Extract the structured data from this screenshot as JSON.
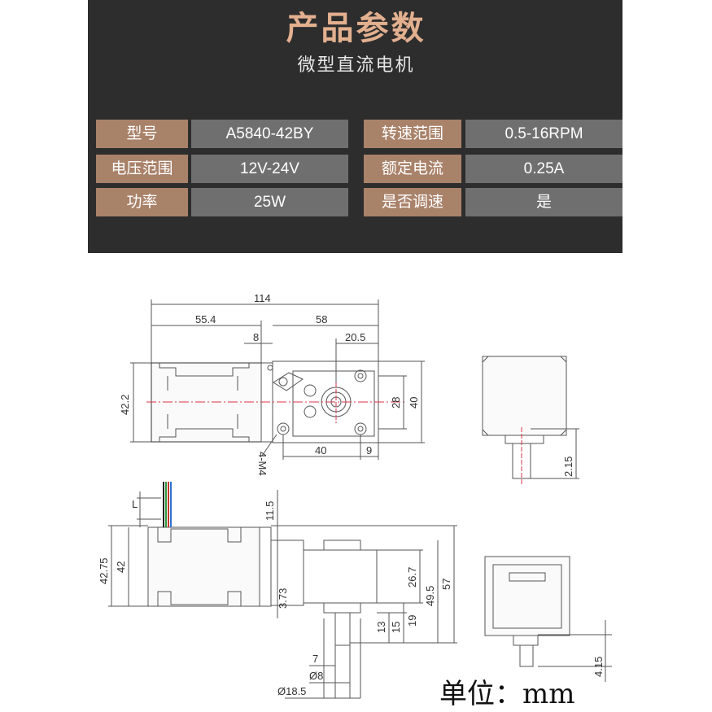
{
  "header": {
    "title": "产品参数",
    "subtitle": "微型直流电机"
  },
  "specs": [
    {
      "label": "型号",
      "value": "A5840-42BY"
    },
    {
      "label": "转速范围",
      "value": "0.5-16RPM"
    },
    {
      "label": "电压范围",
      "value": "12V-24V"
    },
    {
      "label": "额定电流",
      "value": "0.25A"
    },
    {
      "label": "功率",
      "value": "25W"
    },
    {
      "label": "是否调速",
      "value": "是"
    }
  ],
  "drawing": {
    "top_view": {
      "dim_total": "114",
      "dim_motor": "55.4",
      "dim_gearbox": "58",
      "dim_flange": "8",
      "dim_shaft_offset": "20.5",
      "dim_height": "42.2",
      "dim_hole_v": "28",
      "dim_box_v": "40",
      "dim_hole_h": "40",
      "dim_edge": "9",
      "thread_note": "4-M4"
    },
    "end_view_top": {
      "dim_shaft": "2.15"
    },
    "front_view": {
      "lead_label": "L",
      "dim_top_gap": "11.5",
      "dim_4275": "42.75",
      "dim_42": "42",
      "dim_373": "3.73",
      "dim_267": "26.7",
      "dim_495": "49.5",
      "dim_57": "57",
      "dim_13": "13",
      "dim_15": "15",
      "dim_19": "19",
      "dim_7": "7",
      "dim_d8": "Ø8",
      "dim_d185": "Ø18.5"
    },
    "end_view_bottom": {
      "dim_shaft": "4.15"
    }
  },
  "unit_note": "单位：mm"
}
